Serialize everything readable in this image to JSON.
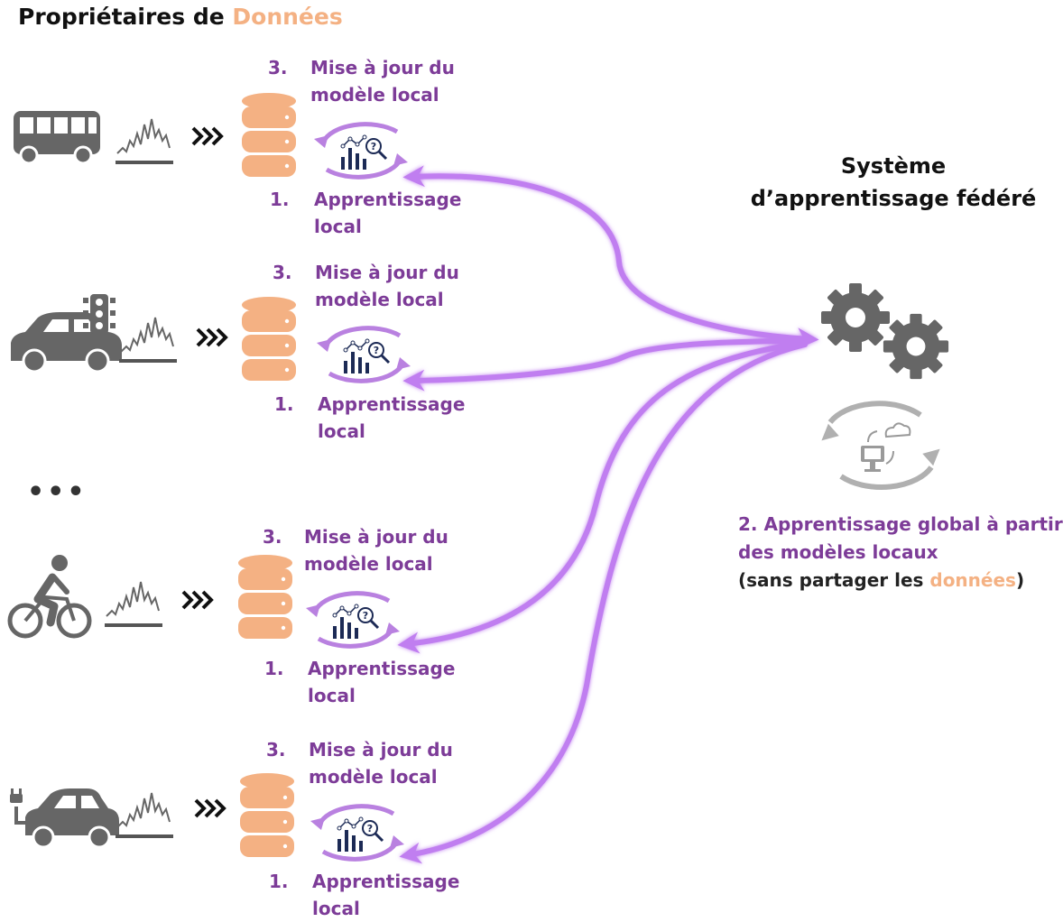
{
  "title": {
    "prefix": "Propriétaires de ",
    "highlight": "Données"
  },
  "colors": {
    "accent": "#c07ef0",
    "label": "#7d3c98",
    "highlight": "#f4b183",
    "icon_gray": "#666666"
  },
  "owners": [
    {
      "vehicle": "bus-icon",
      "step3_num": "3.",
      "step3_label": "Mise à jour du\nmodèle local",
      "step1_num": "1.",
      "step1_label": "Apprentissage\nlocal"
    },
    {
      "vehicle": "car-with-traffic-light-icon",
      "step3_num": "3.",
      "step3_label": "Mise à jour du\nmodèle local",
      "step1_num": "1.",
      "step1_label": "Apprentissage\nlocal"
    },
    {
      "vehicle": "cyclist-icon",
      "step3_num": "3.",
      "step3_label": "Mise à jour du\nmodèle local",
      "step1_num": "1.",
      "step1_label": "Apprentissage\nlocal"
    },
    {
      "vehicle": "electric-car-icon",
      "step3_num": "3.",
      "step3_label": "Mise à jour du\nmodèle local",
      "step1_num": "1.",
      "step1_label": "Apprentissage\nlocal"
    }
  ],
  "ellipsis": "•••",
  "system": {
    "line1": "Système",
    "line2": "d’apprentissage fédéré"
  },
  "global": {
    "line1": "2. Apprentissage global à partir",
    "line2": "des modèles locaux",
    "line3_pre": "(sans partager les ",
    "line3_highlight": "données",
    "line3_post": ")"
  }
}
